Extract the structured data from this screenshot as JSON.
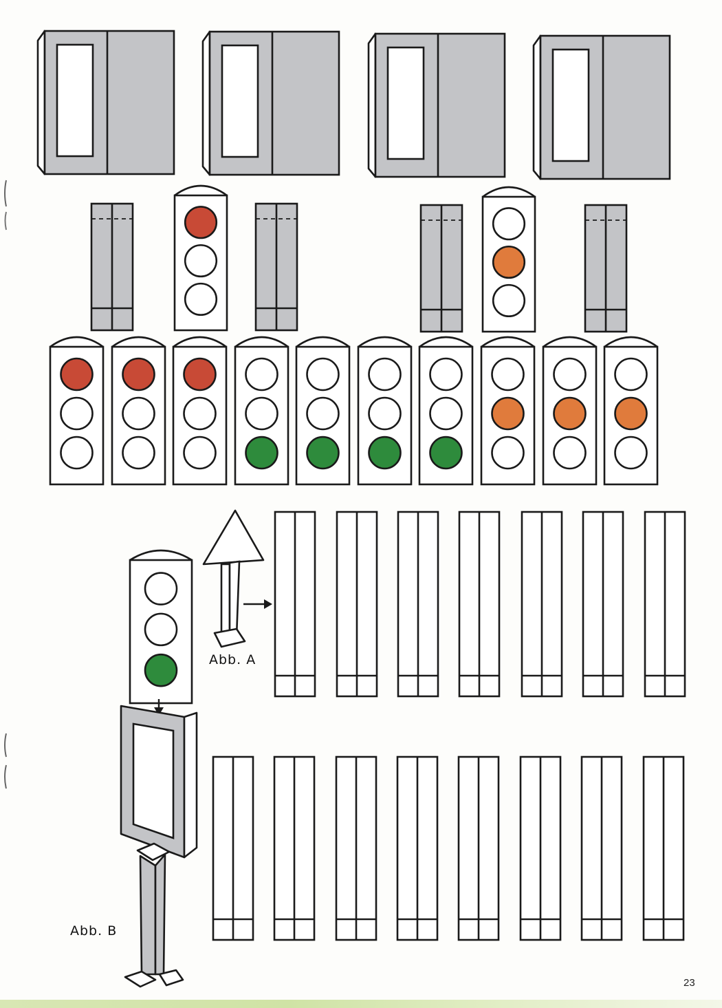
{
  "labels": {
    "fig_a": "Abb. A",
    "fig_b": "Abb. B",
    "page_number": "23"
  },
  "colors": {
    "red_light": "#c84a36",
    "amber_light": "#e07b3c",
    "green_light": "#2e8b3c",
    "cardboard_gray": "#c3c4c7",
    "outline": "#1a1a1a",
    "paper": "#ffffff"
  },
  "top_row_light_states": [
    "red",
    "amber"
  ],
  "signal_row_light_states": [
    "red",
    "red",
    "red",
    "green",
    "green",
    "green",
    "green",
    "amber",
    "amber",
    "amber"
  ],
  "assembled_example_light_state": "green"
}
